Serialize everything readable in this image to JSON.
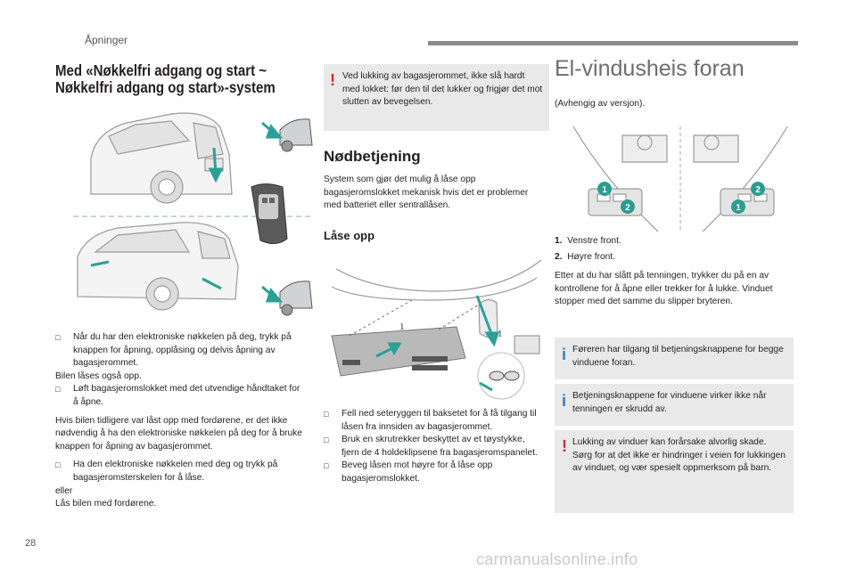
{
  "header": {
    "section_title": "Åpninger"
  },
  "page_number": "28",
  "watermark": "carmanualsonline.info",
  "col1": {
    "title_line1": "Med «Nøkkelfri adgang og start ~",
    "title_line2": "Nøkkelfri adgang og start»-system",
    "bullet1": "Når du har den elektroniske nøkkelen på deg, trykk på knappen for åpning, opplåsing og delvis åpning av bagasjerommet.",
    "line_locked": "Bilen låses også opp.",
    "bullet2": "Løft bagasjeromslokket med det utvendige håndtaket for å åpne.",
    "para": "Hvis bilen tidligere var låst opp med fordørene, er det ikke nødvendig å ha den elektroniske nøkkelen på deg for å bruke knappen for åpning av bagasjerommet.",
    "bullet3": "Ha den elektroniske nøkkelen med deg og trykk på bagasjeromsterskelen for å låse.",
    "or": "eller",
    "last": "Lås bilen med fordørene."
  },
  "col2": {
    "warning": "Ved lukking av bagasjerommet, ikke slå hardt med lokket: før den til det lukker og frigjør det mot slutten av bevegelsen.",
    "h_emergency": "Nødbetjening",
    "emergency_text": "System som gjør det mulig å låse opp bagasjeromslokket mekanisk hvis det er problemer med batteriet eller sentrallåsen.",
    "h_unlock": "Låse opp",
    "callout1": "1",
    "callout2": "1",
    "b1": "Fell ned seteryggen til baksetet for å få tilgang til låsen fra innsiden av bagasjerommet.",
    "b2": "Bruk en skrutrekker beskyttet av et tøystykke, fjern de 4 holdeklipsene fra bagasjeromspanelet.",
    "b3": "Beveg låsen mot høyre for å låse opp bagasjeromslokket."
  },
  "col3": {
    "title": "El-vindusheis foran",
    "subtitle": "(Avhengig av versjon).",
    "badge1": "1",
    "badge2": "2",
    "badge3": "2",
    "badge4": "1",
    "item1_num": "1.",
    "item1": "Venstre front.",
    "item2_num": "2.",
    "item2": "Høyre front.",
    "para": "Etter at du har slått på tenningen, trykker du på en av kontrollene for å åpne eller trekker for å lukke. Vinduet stopper med det samme du slipper bryteren.",
    "info1": "Føreren har tilgang til betjeningsknappene for begge vinduene foran.",
    "info2": "Betjeningsknappene for vinduene virker ikke når tenningen er skrudd av.",
    "warn_line1": "Lukking av vinduer kan forårsake alvorlig skade.",
    "warn_line2": "Sørg for at det ikke er hindringer i veien for lukkingen av vinduet, og vær spesielt oppmerksom på barn."
  },
  "icons": {
    "bullet": "black-square-bullet",
    "warning": "exclamation-icon",
    "info": "info-icon"
  },
  "colors": {
    "accent_teal": "#2aa198",
    "warning_red": "#d8262e",
    "info_blue": "#2f7fc1",
    "box_grey": "#e9e9ea",
    "badge_teal": "#2a9d8f"
  }
}
